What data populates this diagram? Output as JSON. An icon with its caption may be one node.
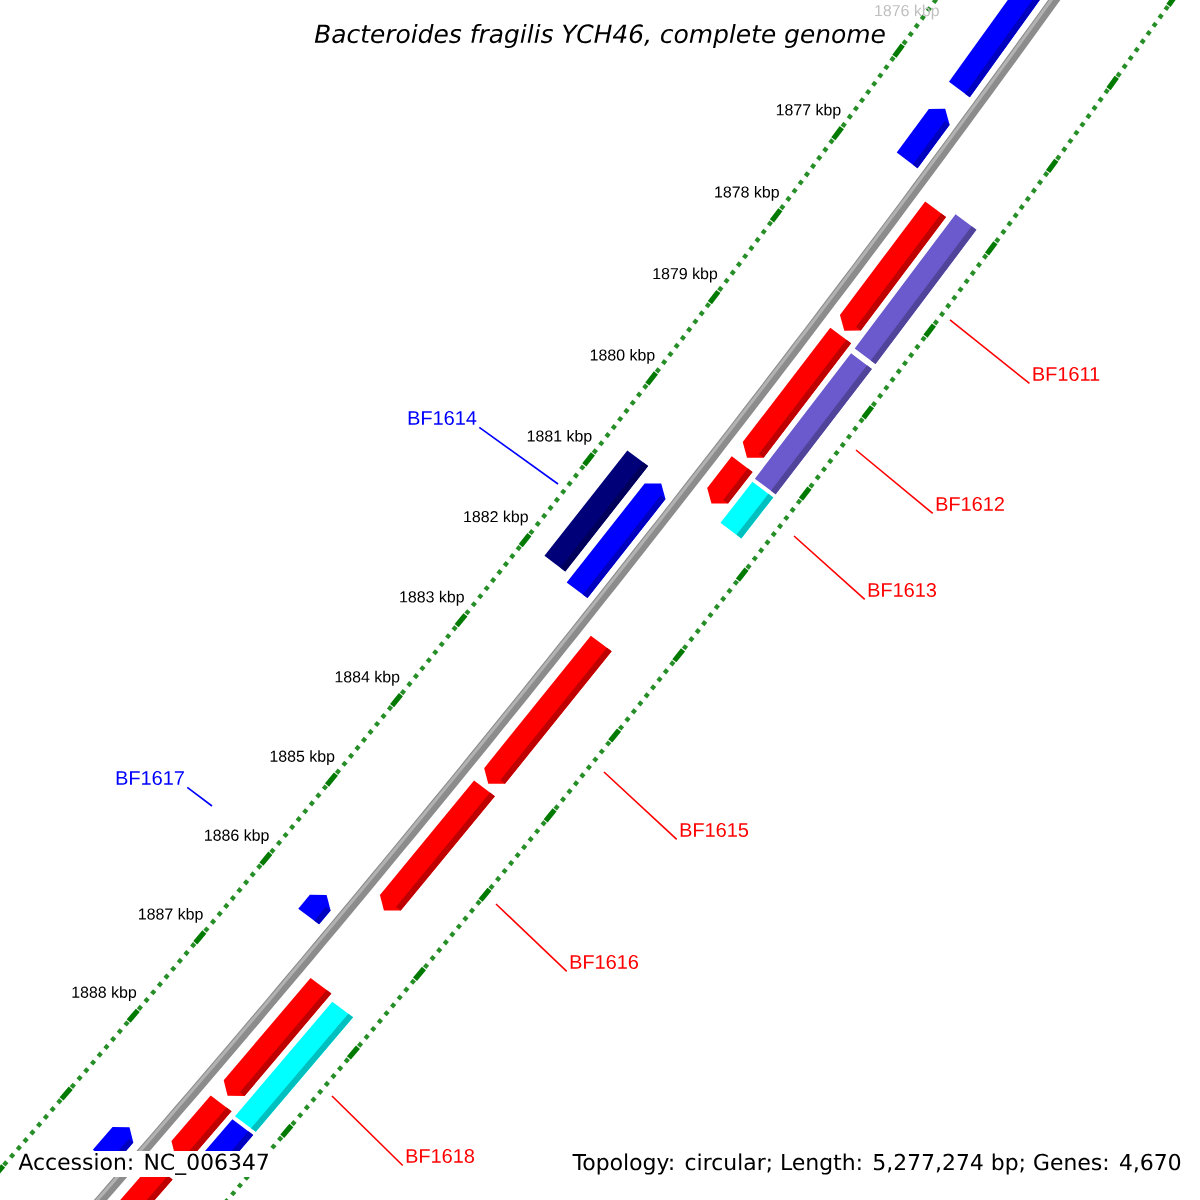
{
  "diagram": {
    "title": "Bacteroides fragilis YCH46, complete genome",
    "nodes": [
      {
        "text": [
          "BF1611"
        ]
      },
      {
        "text": [
          "BF1614"
        ]
      },
      {
        "text": [
          "BF1612"
        ]
      },
      {
        "text": [
          "BF1613"
        ]
      },
      {
        "text": [
          "BF1617"
        ]
      },
      {
        "text": [
          "BF1615"
        ]
      },
      {
        "text": [
          "BF1616"
        ]
      },
      {
        "text": [
          "BF1618"
        ]
      }
    ],
    "edges": [
      {
        "from": 0,
        "to": null,
        "arrow": "none"
      },
      {
        "from": 1,
        "to": null,
        "arrow": "none",
        "color": "#0000ff"
      },
      {
        "from": 2,
        "to": null,
        "arrow": "none"
      },
      {
        "from": 3,
        "to": null,
        "arrow": "none"
      },
      {
        "from": 4,
        "to": null,
        "arrow": "none",
        "color": "#0000ff"
      },
      {
        "from": 5,
        "to": null,
        "arrow": "none"
      },
      {
        "from": 6,
        "to": null,
        "arrow": "none"
      },
      {
        "from": 7,
        "to": null,
        "arrow": "none"
      }
    ],
    "labels": [
      "1876 kbp",
      "1877 kbp",
      "1878 kbp",
      "1879 kbp",
      "1880 kbp",
      "1881 kbp",
      "1882 kbp",
      "1883 kbp",
      "1884 kbp",
      "1885 kbp",
      "1886 kbp",
      "1887 kbp",
      "1888 kbp",
      "Accession: NC_006347",
      "Topology: circular; Length: 5,277,274 bp; Genes: 4,670"
    ]
  }
}
